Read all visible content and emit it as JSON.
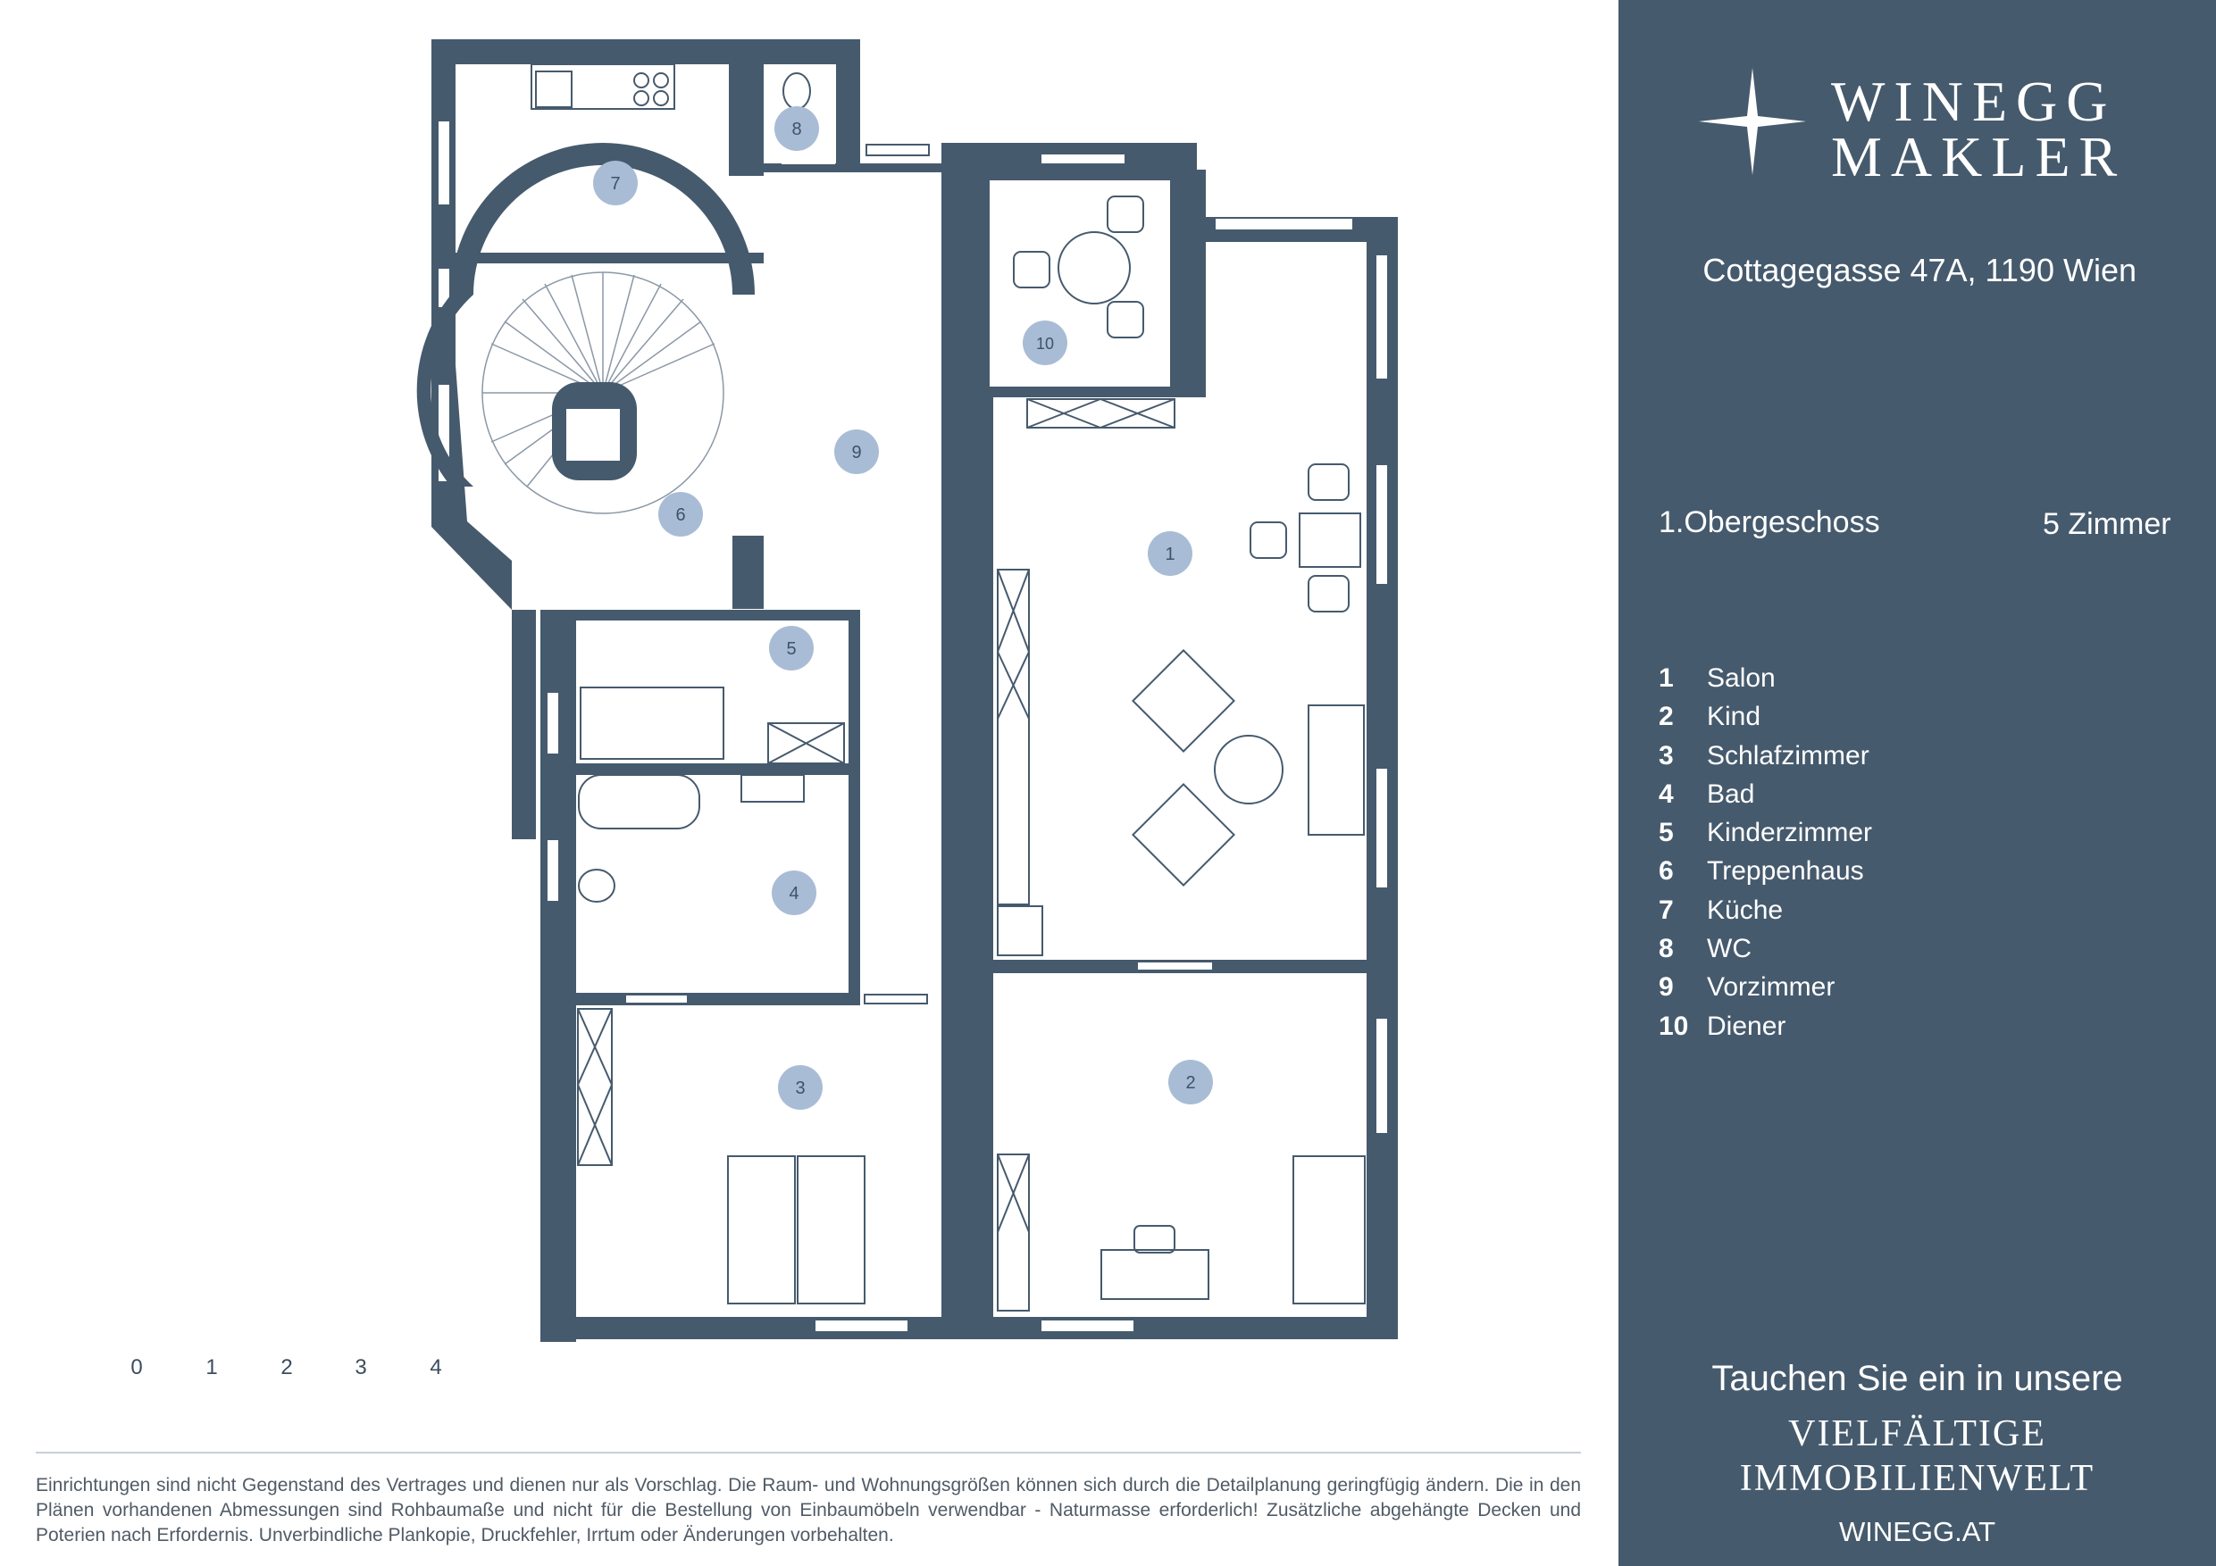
{
  "plan": {
    "rooms": [
      {
        "number": "1",
        "name": "Salon"
      },
      {
        "number": "2",
        "name": "Kind"
      },
      {
        "number": "3",
        "name": "Schlafzimmer"
      },
      {
        "number": "4",
        "name": "Bad"
      },
      {
        "number": "5",
        "name": "Kinderzimmer"
      },
      {
        "number": "6",
        "name": "Treppenhaus"
      },
      {
        "number": "7",
        "name": "Küche"
      },
      {
        "number": "8",
        "name": "WC"
      },
      {
        "number": "9",
        "name": "Vorzimmer"
      },
      {
        "number": "10",
        "name": "Diener"
      }
    ],
    "scale_ticks": [
      "0",
      "1",
      "2",
      "3",
      "4"
    ]
  },
  "disclaimer": "Einrichtungen sind nicht Gegenstand des Vertrages und dienen nur als Vorschlag. Die Raum- und Wohnungsgrößen können sich durch die Detailplanung geringfügig ändern. Die in den Plänen vorhandenen Abmessungen sind Rohbaumaße und nicht für die Bestellung von Einbaumöbeln verwendbar - Naturmasse erforderlich! Zusätzliche abgehängte Decken und Poterien nach Erfordernis. Unverbindliche Plankopie, Druckfehler, Irrtum oder Änderungen vorbehalten.",
  "panel": {
    "brand_line1": "WINEGG",
    "brand_line2": "MAKLER",
    "address": "Cottagegasse 47A, 1190 Wien",
    "floor": "1.Obergeschoss",
    "rooms_count": "5 Zimmer",
    "tagline": "Tauchen Sie ein in unsere",
    "tagline_bold1": "VIELFÄLTIGE",
    "tagline_bold2": "IMMOBILIENWELT",
    "website": "WINEGG.AT"
  },
  "colors": {
    "wall": "#465a6d",
    "room_marker": "#a9bcd5",
    "marker_text": "#3f5266",
    "panel_bg": "#465a6d"
  }
}
